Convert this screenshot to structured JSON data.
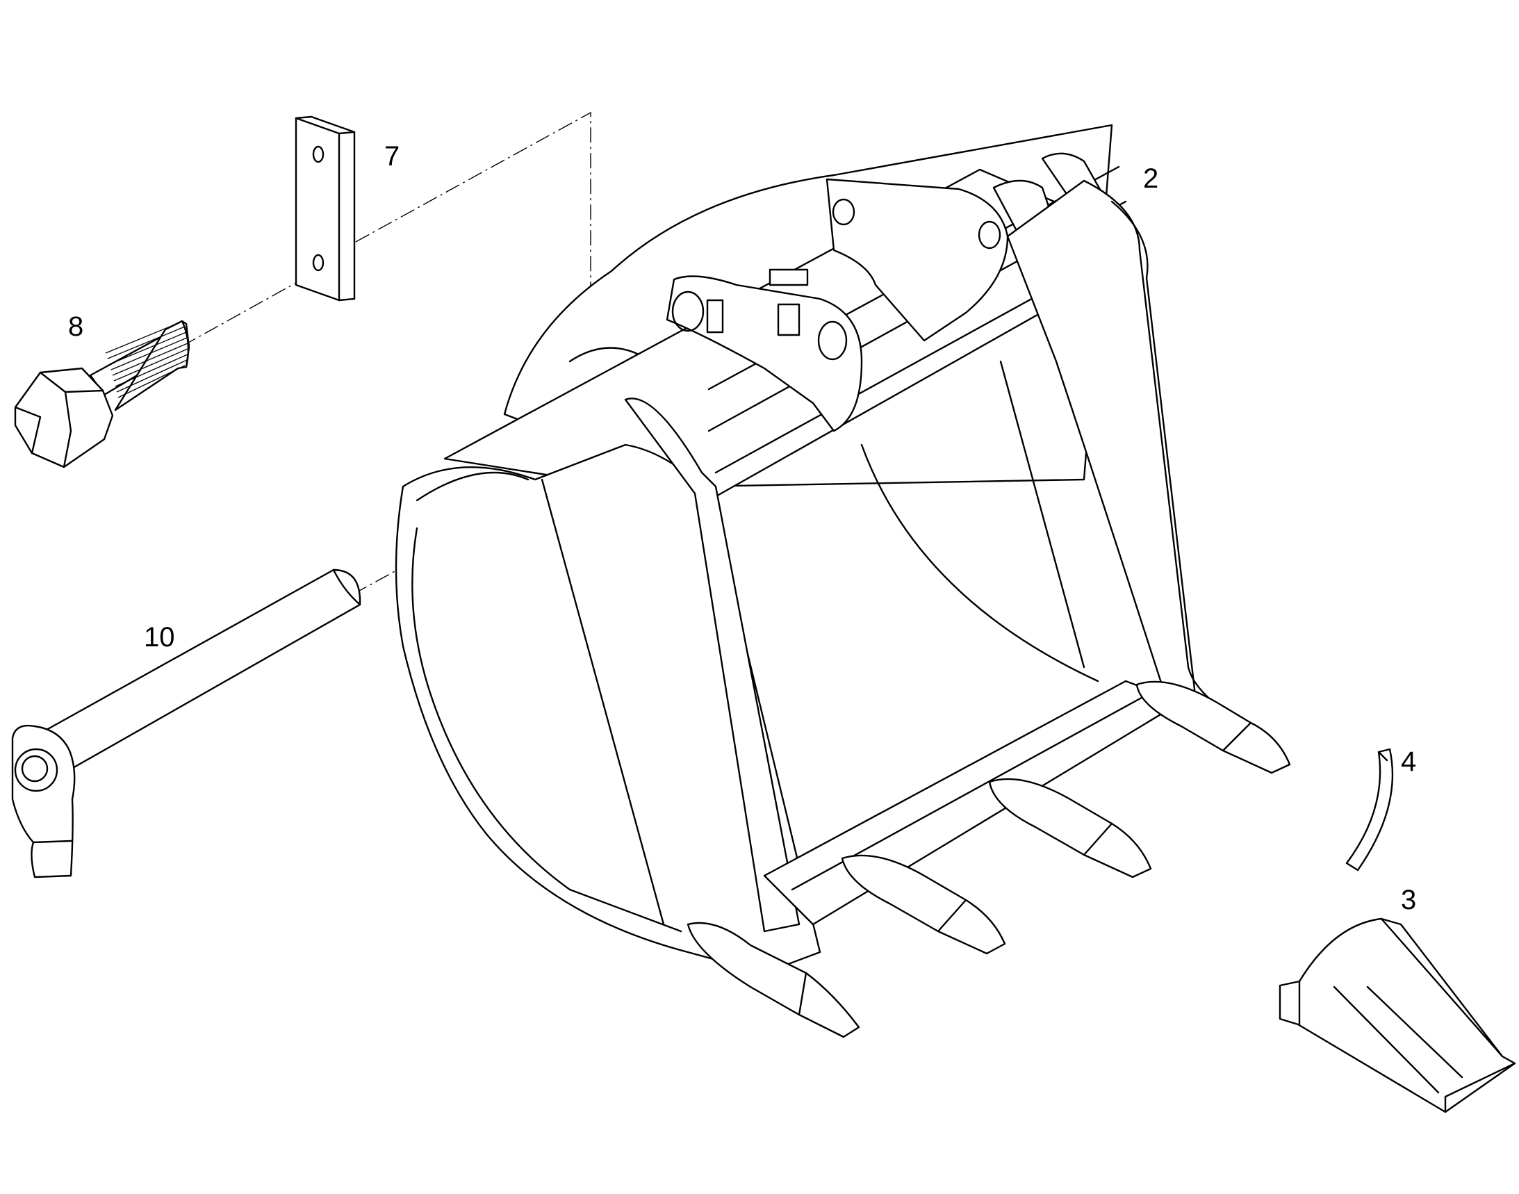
{
  "callouts": {
    "p7": "7",
    "p2": "2",
    "p8": "8",
    "p10": "10",
    "p4": "4",
    "p3": "3"
  },
  "colors": {
    "line": "#000000",
    "background": "#ffffff"
  }
}
